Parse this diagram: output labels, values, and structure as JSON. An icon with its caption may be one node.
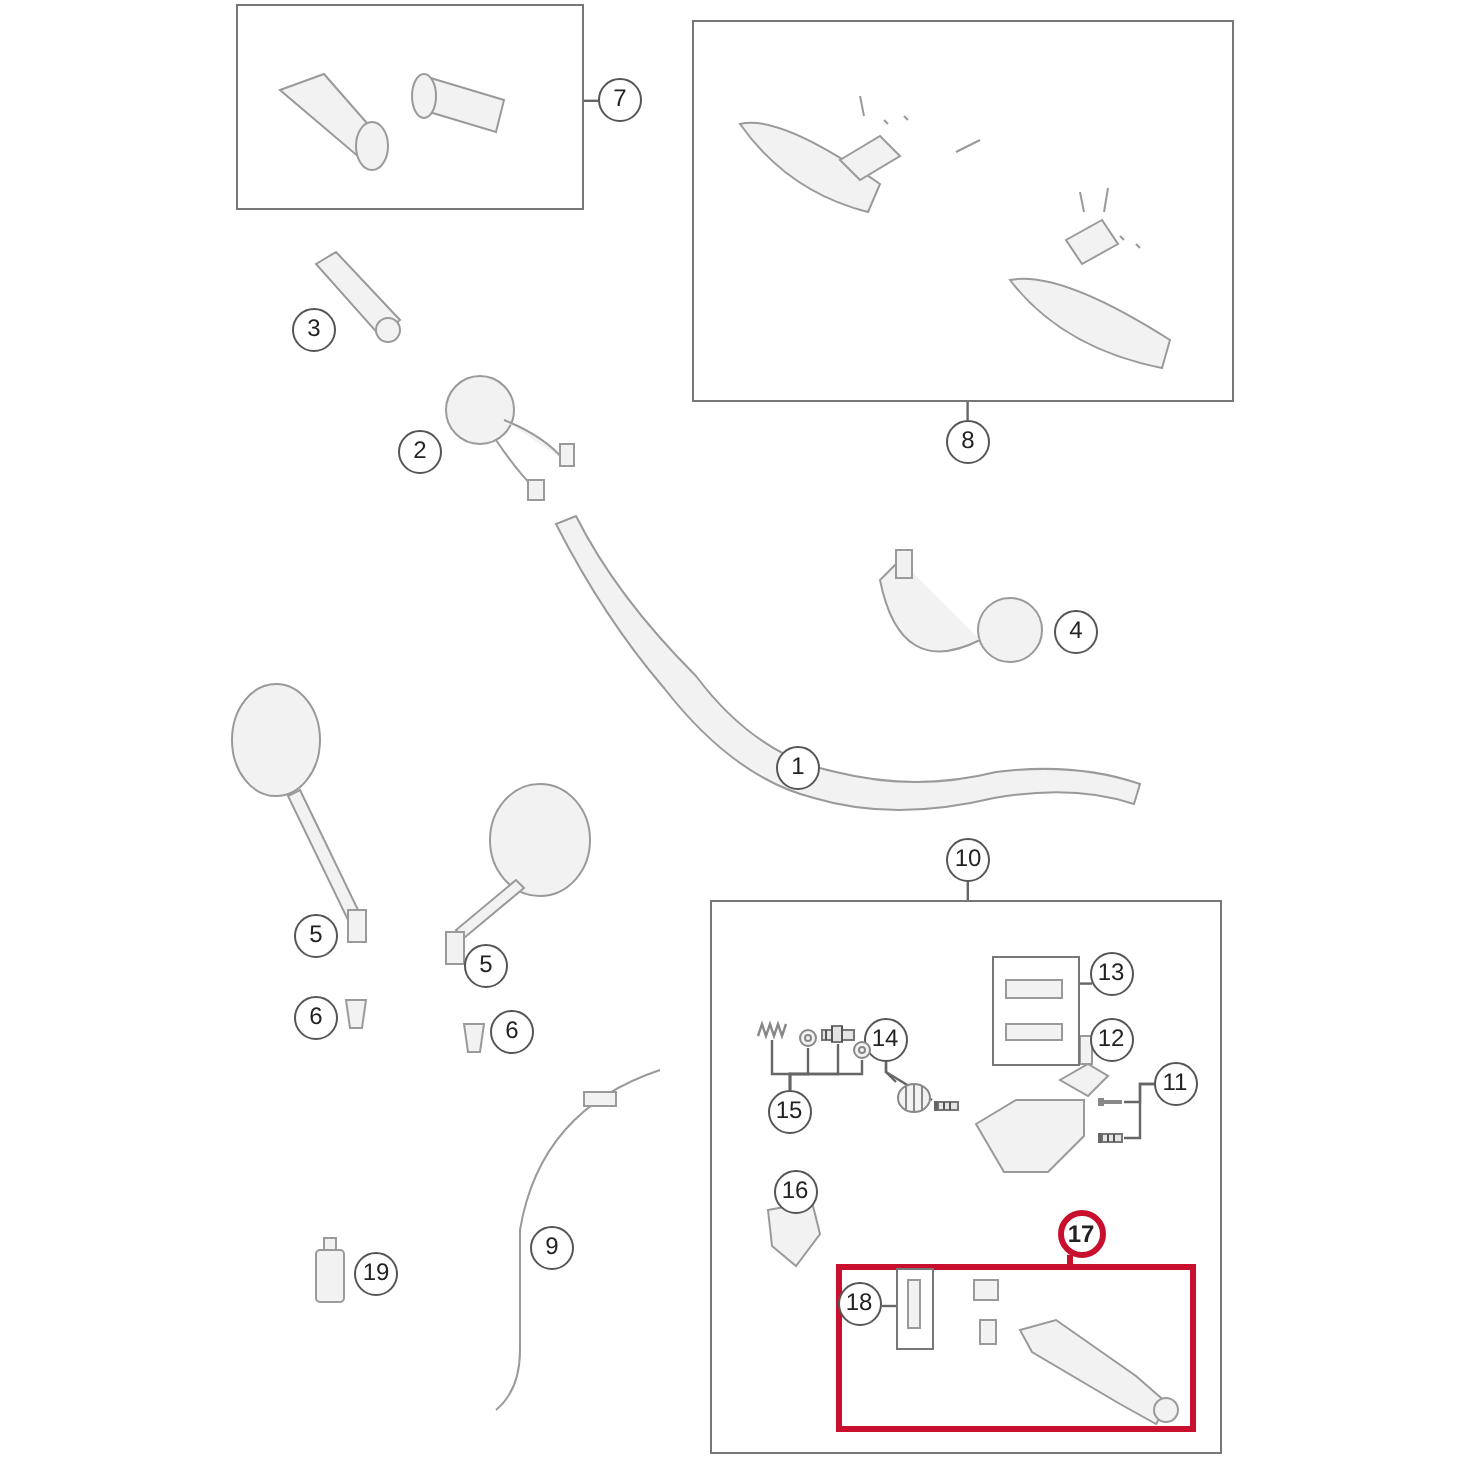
{
  "diagram": {
    "nodes": [
      {
        "text": [],
        "shape": "box"
      },
      {
        "text": [
          "7"
        ]
      },
      {
        "text": [],
        "shape": "box"
      },
      {
        "text": [
          "8"
        ]
      },
      {
        "text": [],
        "shape": "box"
      },
      {
        "text": [
          "10"
        ]
      },
      {
        "text": [],
        "shape": "box",
        "in": 4
      },
      {
        "text": [
          "13"
        ],
        "in": 4
      },
      {
        "text": [],
        "shape": "box",
        "in": 4
      },
      {
        "text": [
          "17"
        ],
        "in": 4
      },
      {
        "text": [],
        "shape": "box",
        "in": 8
      },
      {
        "text": [
          "18"
        ],
        "in": 8
      },
      {
        "text": [
          "14"
        ],
        "in": 4
      },
      {
        "text": [
          "15"
        ],
        "in": 4
      },
      {
        "text": [
          "11"
        ],
        "in": 4
      },
      {
        "text": [
          "3"
        ]
      },
      {
        "text": [
          "2"
        ]
      },
      {
        "text": [
          "4"
        ]
      },
      {
        "text": [
          "1"
        ]
      },
      {
        "text": [
          "5"
        ]
      },
      {
        "text": [
          "5"
        ]
      },
      {
        "text": [
          "6"
        ]
      },
      {
        "text": [
          "6"
        ]
      },
      {
        "text": [
          "12"
        ],
        "in": 4
      },
      {
        "text": [
          "16"
        ],
        "in": 4
      },
      {
        "text": [
          "9"
        ]
      },
      {
        "text": [
          "19"
        ]
      },
      {
        "text": [],
        "shape": "picture",
        "in": 4
      },
      {
        "text": [],
        "shape": "picture",
        "in": 4
      },
      {
        "text": [],
        "shape": "picture",
        "in": 4
      },
      {
        "text": [],
        "shape": "picture",
        "in": 4
      },
      {
        "text": [],
        "shape": "picture",
        "in": 4
      },
      {
        "text": [],
        "shape": "picture",
        "in": 4
      },
      {
        "text": [],
        "shape": "picture",
        "in": 4
      },
      {
        "text": [],
        "shape": "picture",
        "in": 4
      }
    ],
    "edges": [
      {
        "from": 1,
        "to": 0,
        "arrow": "none"
      },
      {
        "from": 3,
        "to": 2,
        "arrow": "none"
      },
      {
        "from": 5,
        "to": 4,
        "arrow": "none"
      },
      {
        "from": 7,
        "to": 6,
        "arrow": "none"
      },
      {
        "from": 9,
        "to": 8,
        "arrow": "none",
        "style": "thick",
        "color": "#c8102e"
      },
      {
        "from": 11,
        "to": 10,
        "arrow": "none"
      },
      {
        "from": 12,
        "to": 31,
        "arrow": "none"
      },
      {
        "from": 12,
        "to": 32,
        "arrow": "none"
      },
      {
        "from": 13,
        "to": 27,
        "arrow": "none"
      },
      {
        "from": 13,
        "to": 28,
        "arrow": "none"
      },
      {
        "from": 13,
        "to": 29,
        "arrow": "none"
      },
      {
        "from": 13,
        "to": 30,
        "arrow": "none"
      },
      {
        "from": 14,
        "to": 33,
        "arrow": "none"
      },
      {
        "from": 14,
        "to": 34,
        "arrow": "none"
      }
    ]
  }
}
